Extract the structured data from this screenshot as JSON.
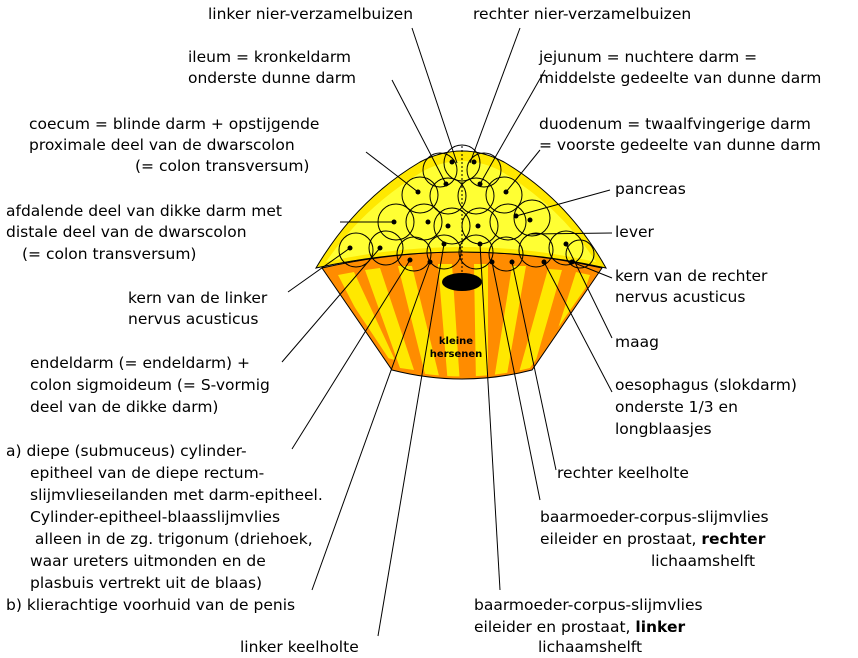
{
  "diagram": {
    "colors": {
      "outer": "#ffe800",
      "inner": "#ffff33",
      "orange": "#ff8c00",
      "stripe": "#ffe800",
      "line": "#000000",
      "dark_spot": "#000000"
    },
    "center_label": "kleine\nhersenen",
    "labels": {
      "linker_nier": "linker nier-verzamelbuizen",
      "rechter_nier": "rechter nier-verzamelbuizen",
      "ileum_1": "ileum = kronkeldarm",
      "ileum_2": "onderste dunne darm",
      "jejunum_1": "jejunum = nuchtere darm =",
      "jejunum_2": "middelste gedeelte van dunne darm",
      "coecum_1": "coecum = blinde darm + opstijgende",
      "coecum_2": "proximale deel van de dwarscolon",
      "coecum_3": "(= colon transversum)",
      "duodenum_1": "duodenum = twaalfvingerige darm",
      "duodenum_2": "= voorste gedeelte van dunne darm",
      "pancreas": "pancreas",
      "afdalende_1": "afdalende deel van dikke darm met",
      "afdalende_2": "distale deel van de dwarscolon",
      "afdalende_3": "(= colon transversum)",
      "lever": "lever",
      "kern_rechter_1": "kern van de rechter",
      "kern_rechter_2": "nervus acusticus",
      "kern_linker_1": "kern van de linker",
      "kern_linker_2": "nervus acusticus",
      "maag": "maag",
      "endeldarm_1": "endeldarm (= endeldarm) +",
      "endeldarm_2": "colon sigmoideum (= S-vormig",
      "endeldarm_3": "deel van de dikke darm)",
      "oesophagus_1": "oesophagus (slokdarm)",
      "oesophagus_2": "onderste 1/3 en",
      "oesophagus_3": "longblaasjes",
      "a_1": "a) diepe (submuceus) cylinder-",
      "a_2": "epitheel van de diepe rectum-",
      "a_3": "slijmvlieseilanden met darm-epitheel.",
      "a_4": "Cylinder-epitheel-blaasslijmvlies",
      "a_5": " alleen in de zg. trigonum (driehoek,",
      "a_6": "waar ureters uitmonden en de",
      "a_7": "plasbuis vertrekt uit de blaas)",
      "b_1": "b) klierachtige voorhuid van de penis",
      "rechter_keelholte": "rechter keelholte",
      "baar_r_1": "baarmoeder-corpus-slijmvlies",
      "baar_r_2a": "eileider en prostaat, ",
      "baar_r_2b": "rechter",
      "baar_r_3": "lichaamshelft",
      "baar_l_1": "baarmoeder-corpus-slijmvlies",
      "baar_l_2a": "eileider en prostaat, ",
      "baar_l_2b": "linker",
      "baar_l_3": "lichaamshelft",
      "linker_keelholte": "linker keelholte"
    }
  }
}
